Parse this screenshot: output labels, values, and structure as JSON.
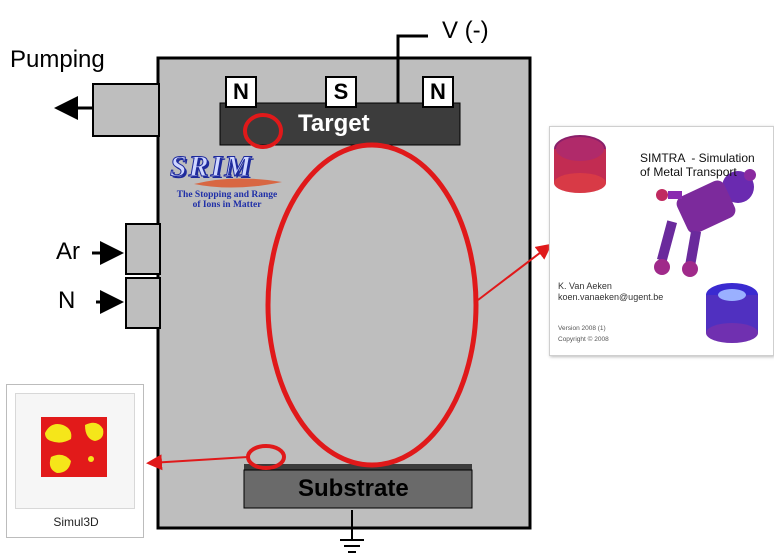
{
  "labels": {
    "voltage": "V (-)",
    "pumping": "Pumping",
    "argon": "Ar",
    "nitrogen": "N",
    "target": "Target",
    "substrate": "Substrate"
  },
  "magnets": [
    "N",
    "S",
    "N"
  ],
  "srim_logo": {
    "title": "SRIM",
    "subtitle_line1": "The Stopping and Range",
    "subtitle_line2": "of Ions in Matter"
  },
  "simtra_panel": {
    "title_line1": "SIMTRA  - Simulation",
    "title_line2": "of Metal Transport",
    "author": "K. Van Aeken",
    "email": "koen.vanaeken@ugent.be",
    "version": "Version 2008 (1)",
    "copyright": "Copyright © 2008"
  },
  "simul3d_panel": {
    "caption": "Simul3D"
  },
  "colors": {
    "chamber": "#bebebe",
    "target_bar": "#3c3c3c",
    "substrate_bar": "#6a6a6a",
    "highlight": "#e0191a"
  }
}
